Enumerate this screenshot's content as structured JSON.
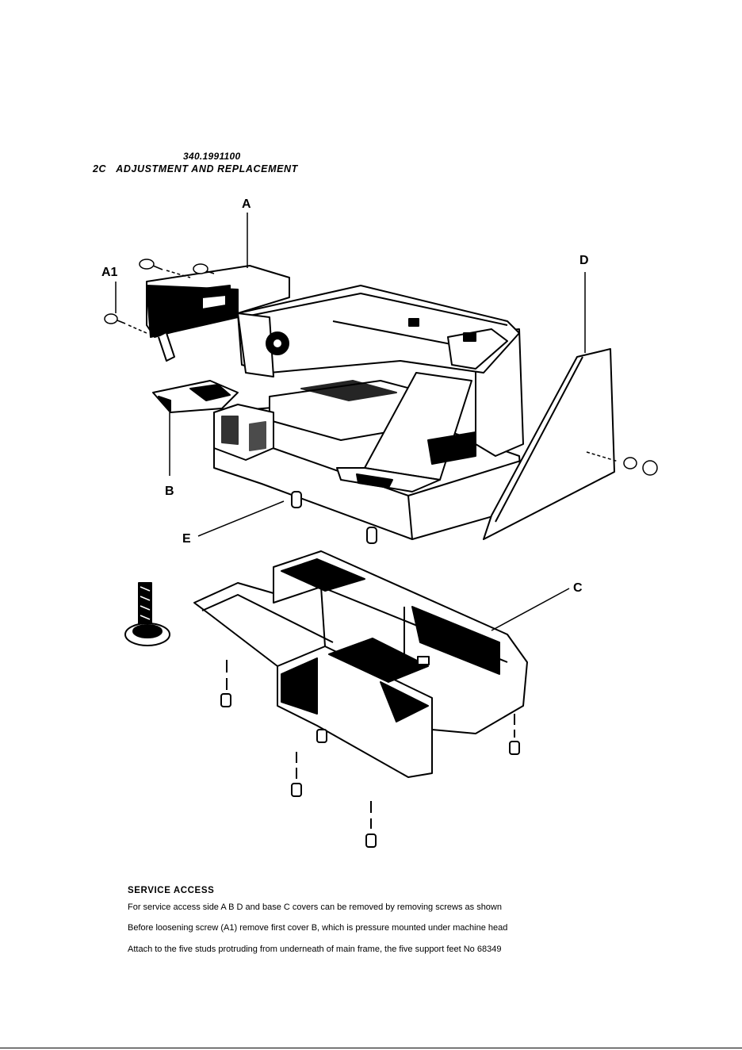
{
  "header": {
    "doc_number": "340.1991100",
    "section_code": "2C",
    "section_title": "ADJUSTMENT AND REPLACEMENT"
  },
  "figure": {
    "labels": {
      "A": "A",
      "A1": "A1",
      "B": "B",
      "C": "C",
      "D": "D",
      "E": "E"
    }
  },
  "service_access": {
    "heading": "SERVICE ACCESS",
    "lines": [
      "For service access side A  B  D and base C covers can be removed by removing screws as shown",
      "Before loosening screw (A1) remove first cover B, which is pressure mounted under machine head",
      "Attach to the five studs protruding from underneath of main frame, the five support feet No  68349"
    ]
  }
}
